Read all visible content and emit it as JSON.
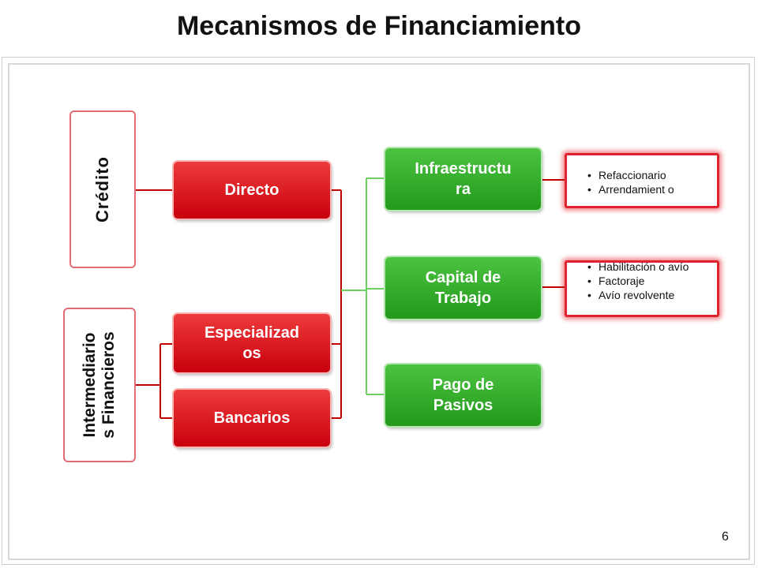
{
  "title": "Mecanismos de Financiamiento",
  "left_boxes": {
    "credito": "Crédito",
    "intermediarios": "Intermediario\ns Financieros"
  },
  "middle_nodes": {
    "directo": "Directo",
    "especializados": "Especializad\nos",
    "bancarios": "Bancarios"
  },
  "right_nodes": {
    "infraestructura": "Infraestructu\nra",
    "capital_trabajo": "Capital de\nTrabajo",
    "pago_pasivos": "Pago de\nPasivos"
  },
  "lists": {
    "infraestructura": [
      "Refaccionario",
      "Arrendamient o"
    ],
    "capital": [
      "Habilitación o avío",
      "Factoraje",
      "Avío revolvente"
    ]
  },
  "bullet": "•",
  "page_number": "6",
  "colors": {
    "red": "#d7141d",
    "green": "#2fa82a",
    "connector_red": "#c00000",
    "connector_green": "#6ccf5f"
  }
}
